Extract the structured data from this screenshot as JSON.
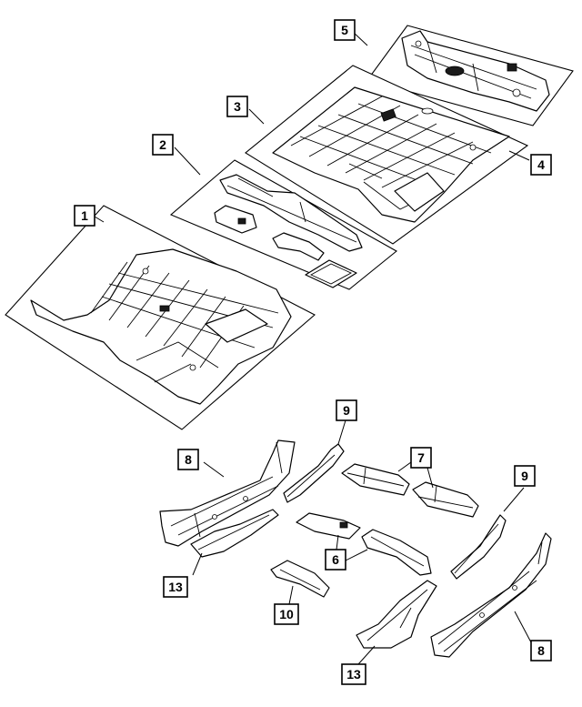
{
  "callouts": {
    "c1": "1",
    "c2": "2",
    "c3": "3",
    "c4": "4",
    "c5": "5",
    "c6": "6",
    "c7": "7",
    "c8a": "8",
    "c8b": "8",
    "c9a": "9",
    "c9b": "9",
    "c10": "10",
    "c13a": "13",
    "c13b": "13"
  }
}
